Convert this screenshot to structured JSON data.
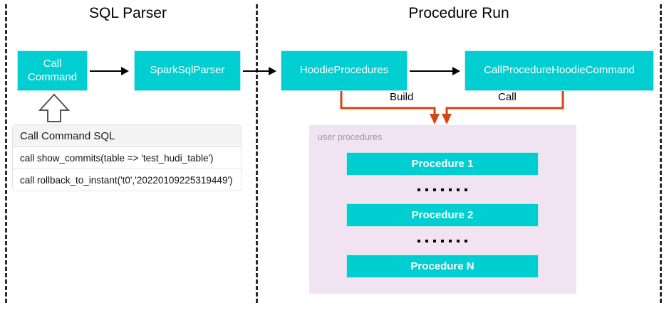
{
  "diagram": {
    "sections": [
      {
        "id": "sql-parser",
        "title": "SQL Parser"
      },
      {
        "id": "procedure-run",
        "title": "Procedure Run"
      }
    ],
    "nodes": [
      {
        "id": "call-command",
        "label": "Call\nCommand"
      },
      {
        "id": "spark-sql-parser",
        "label": "SparkSqlParser"
      },
      {
        "id": "hoodie-procedures",
        "label": "HoodieProcedures"
      },
      {
        "id": "call-procedure-hoodie-command",
        "label": "CallProcedureHoodieCommand"
      }
    ],
    "node_labels": {
      "call_command_line1": "Call",
      "call_command_line2": "Command",
      "spark_sql_parser": "SparkSqlParser",
      "hoodie_procedures": "HoodieProcedures",
      "call_procedure_hoodie_command": "CallProcedureHoodieCommand"
    },
    "edge_labels": {
      "build": "Build",
      "call": "Call"
    },
    "sql_table": {
      "header": "Call Command SQL",
      "rows": [
        "call show_commits(table => 'test_hudi_table')",
        "call rollback_to_instant('t0','20220109225319449')"
      ]
    },
    "procedures_panel": {
      "title": "user procedures",
      "items": [
        {
          "label": "Procedure 1"
        },
        {
          "label": "Procedure 2"
        },
        {
          "label": "Procedure N"
        }
      ],
      "ellipsis_dot_count": 7
    },
    "colors": {
      "node_fill": "#00CED1",
      "node_text": "#FFFFFF",
      "panel_fill": "#F2E3F3",
      "panel_title_text": "#9A9A9A",
      "edge_orange": "#D44512",
      "edge_black": "#000000",
      "divider": "#2B2B2B",
      "table_header_fill": "#F4F4F4",
      "background": "#FFFFFF"
    }
  }
}
